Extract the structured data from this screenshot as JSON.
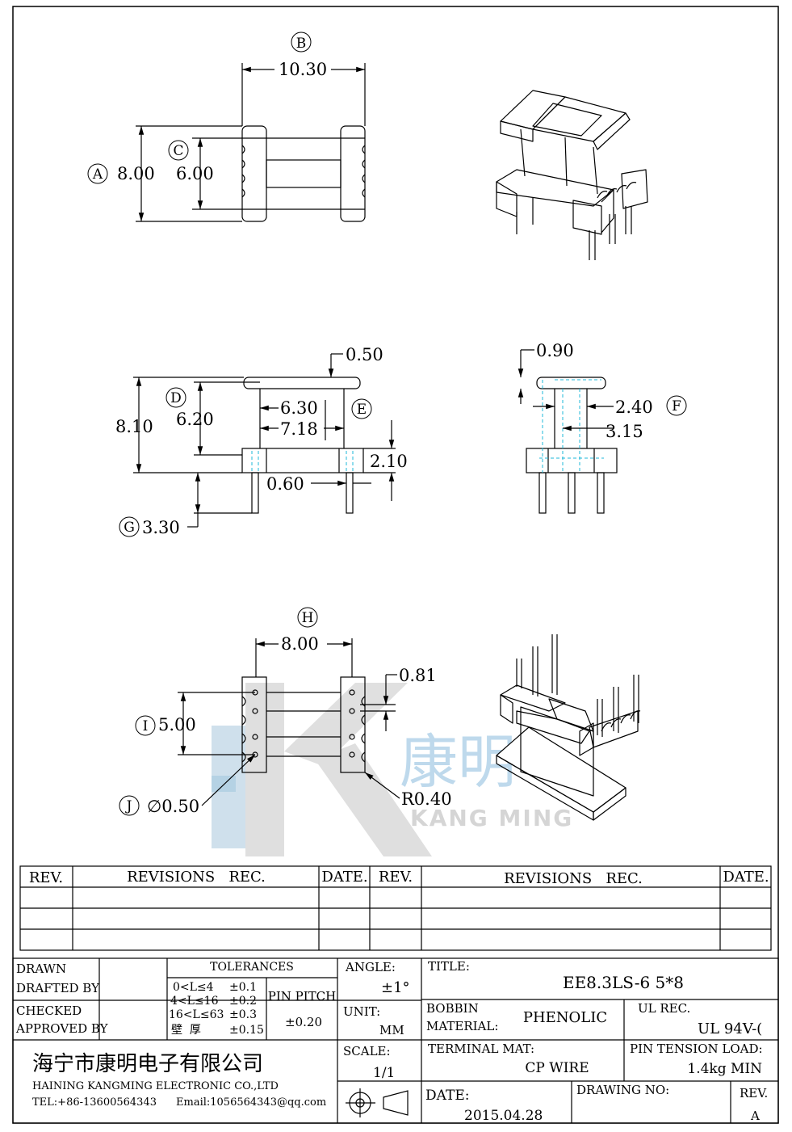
{
  "dims": {
    "a_label": "A",
    "a_value": "8.00",
    "b_label": "B",
    "b_value": "10.30",
    "c_label": "C",
    "c_value": "6.00",
    "d_label": "D",
    "d_value": "6.20",
    "e_label": "E",
    "f_label": "F",
    "f_value": "2.40",
    "g_label": "G",
    "g_value": "3.30",
    "h_label": "H",
    "h_value": "8.00",
    "i_label": "I",
    "i_value": "5.00",
    "j_label": "J",
    "j_value": "∅0.50",
    "side_height": "8.10",
    "flange_thick": "0.50",
    "inner_630": "6.30",
    "inner_718": "7.18",
    "base_h": "2.10",
    "pin_w": "0.60",
    "flange_090": "0.90",
    "core_315": "3.15",
    "pin_081": "0.81",
    "radius": "R0.40"
  },
  "watermark": {
    "cn": "康明",
    "en": "KANG MING"
  },
  "revisions": {
    "headers": [
      "REV.",
      "REVISIONS   REC.",
      "DATE.",
      "REV.",
      "REVISIONS   REC.",
      "DATE."
    ]
  },
  "titleblock": {
    "drawn": "DRAWN",
    "drafted_by": "DRAFTED BY",
    "checked": "CHECKED",
    "approved_by": "APPROVED BY",
    "tolerances": "TOLERANCES",
    "tol_rows": [
      [
        "0<L≤4",
        "±0.1"
      ],
      [
        "4<L≤16",
        "±0.2"
      ],
      [
        "16<L≤63",
        "±0.3"
      ],
      [
        "壁  厚",
        "±0.15"
      ]
    ],
    "pin_pitch": "PIN PITCH",
    "pin_pitch_val": "±0.20",
    "angle": "ANGLE:",
    "angle_val": "±1°",
    "unit": "UNIT:",
    "unit_val": "MM",
    "scale": "SCALE:",
    "scale_val": "1/1",
    "title": "TITLE:",
    "title_val": "EE8.3LS-6 5*8",
    "bobbin_material": "BOBBIN\nMATERIAL:",
    "bobbin_l1": "BOBBIN",
    "bobbin_l2": "MATERIAL:",
    "bobbin_val": "PHENOLIC",
    "ul_rec": "UL REC.",
    "ul_val": "UL 94V-(",
    "terminal_mat": "TERMINAL MAT:",
    "terminal_val": "CP WIRE",
    "pin_tension": "PIN TENSION LOAD:",
    "pin_tension_val": "1.4kg MIN",
    "date": "DATE:",
    "date_val": "2015.04.28",
    "drawing_no": "DRAWING NO:",
    "rev": "REV.",
    "rev_val": "A",
    "company_cn": "海宁市康明电子有限公司",
    "company_en": "HAINING KANGMING ELECTRONIC CO.,LTD",
    "tel": "TEL:+86-13600564343",
    "email": "Email:1056564343@qq.com"
  }
}
